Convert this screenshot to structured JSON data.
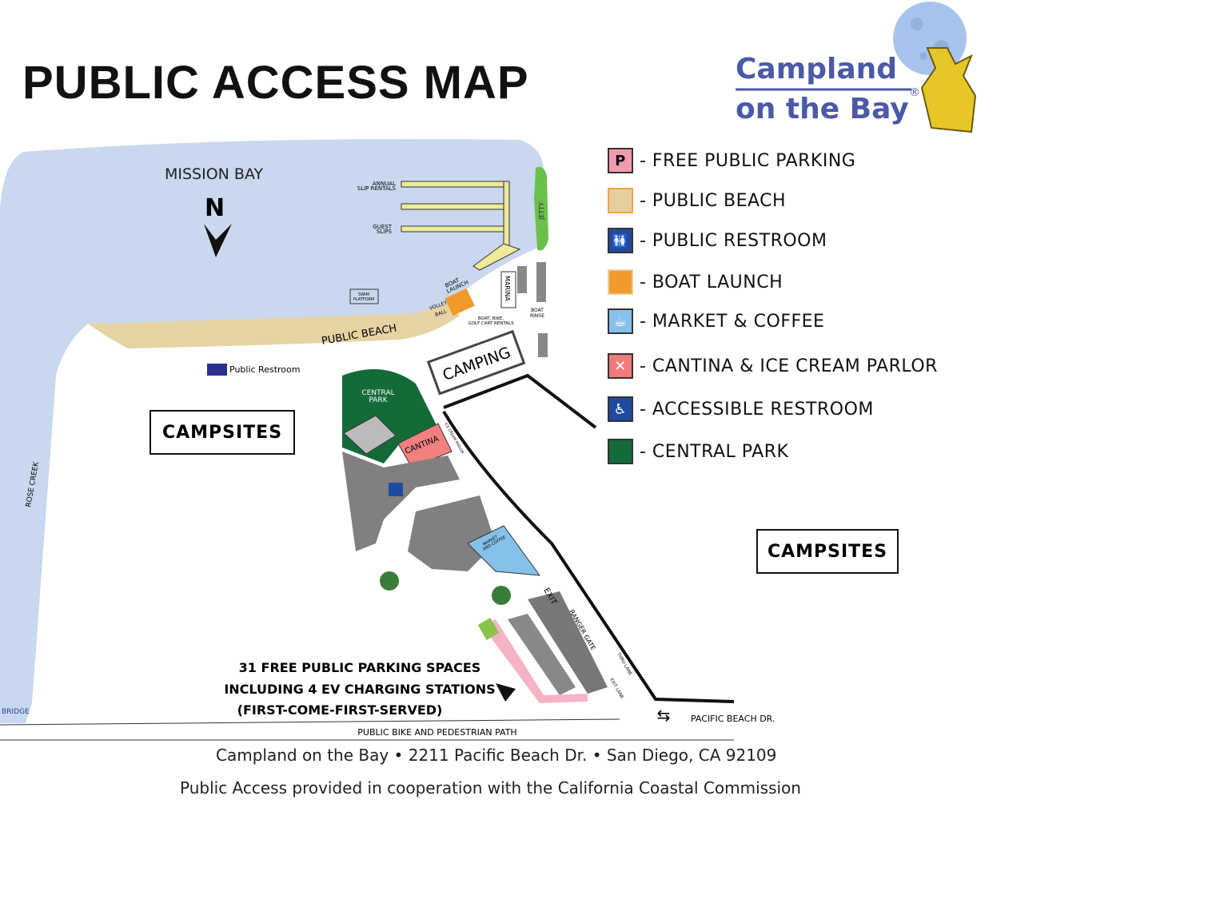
{
  "title": "PUBLIC ACCESS MAP",
  "logo": {
    "line1": "Campland",
    "line2": "on the Bay",
    "mark": "®"
  },
  "legend": [
    {
      "icon": "parking-icon",
      "glyph": "P",
      "color": "#f29bb0",
      "label": "- FREE PUBLIC PARKING"
    },
    {
      "icon": "beach-icon",
      "glyph": "",
      "color": "#e6cf9e",
      "label": "- PUBLIC BEACH"
    },
    {
      "icon": "restroom-icon",
      "glyph": "🚻",
      "color": "#244a9c",
      "label": "- PUBLIC RESTROOM"
    },
    {
      "icon": "boat-launch-icon",
      "glyph": "",
      "color": "#f39a2c",
      "label": "- BOAT LAUNCH"
    },
    {
      "icon": "coffee-icon",
      "glyph": "☕",
      "color": "#86c1ea",
      "label": "- MARKET & COFFEE"
    },
    {
      "icon": "fork-knife-icon",
      "glyph": "✕",
      "color": "#f07b7b",
      "label": "- CANTINA & ICE CREAM PARLOR"
    },
    {
      "icon": "wheelchair-icon",
      "glyph": "♿",
      "color": "#1f4aa0",
      "label": "- ACCESSIBLE RESTROOM"
    },
    {
      "icon": "park-icon",
      "glyph": "",
      "color": "#146b3a",
      "label": "- CENTRAL PARK"
    }
  ],
  "map": {
    "mission_bay": "MISSION BAY",
    "north": "N",
    "annual_slips": [
      "ANNUAL",
      "SLIP RENTALS"
    ],
    "guest_slips": [
      "GUEST",
      "SLIPS"
    ],
    "jetty": "JETTY",
    "boat_launch": [
      "BOAT",
      "LAUNCH"
    ],
    "marina": "MARINA",
    "boat_rinse": [
      "BOAT",
      "RINSE"
    ],
    "swim_platform": [
      "SWIM",
      "PLATFORM"
    ],
    "volleyball": [
      "VOLLEY",
      "BALL"
    ],
    "rentals": [
      "BOAT, BIKE,",
      "GOLF CART RENTALS"
    ],
    "public_beach": "PUBLIC BEACH",
    "camping": "CAMPING",
    "public_restroom": "Public Restroom",
    "central_park": [
      "CENTRAL",
      "PARK"
    ],
    "cantina": "CANTINA",
    "ice_cream": "ICE CREAM PARLOR",
    "market": [
      "MARKET",
      "AND COFFEE"
    ],
    "rose_creek": "ROSE CREEK",
    "bridge": "BRIDGE",
    "exit": "EXIT",
    "ranger_gate": "RANGER GATE",
    "thru_lane": "THRU LANE",
    "exit_lane": "EXIT LANE",
    "pacific_beach_dr": "PACIFIC BEACH DR.",
    "bike_path": "PUBLIC BIKE AND PEDESTRIAN PATH",
    "campsites_left": "CAMPSITES",
    "campsites_right": "CAMPSITES",
    "parking_note": [
      "31 FREE PUBLIC PARKING SPACES",
      "INCLUDING 4 EV CHARGING STATIONS",
      "(FIRST-COME-FIRST-SERVED)"
    ]
  },
  "footer": {
    "address": "Campland on the Bay • 2211 Pacific Beach Dr. • San Diego, CA  92109",
    "note": "Public Access provided in cooperation with the California Coastal Commission"
  }
}
